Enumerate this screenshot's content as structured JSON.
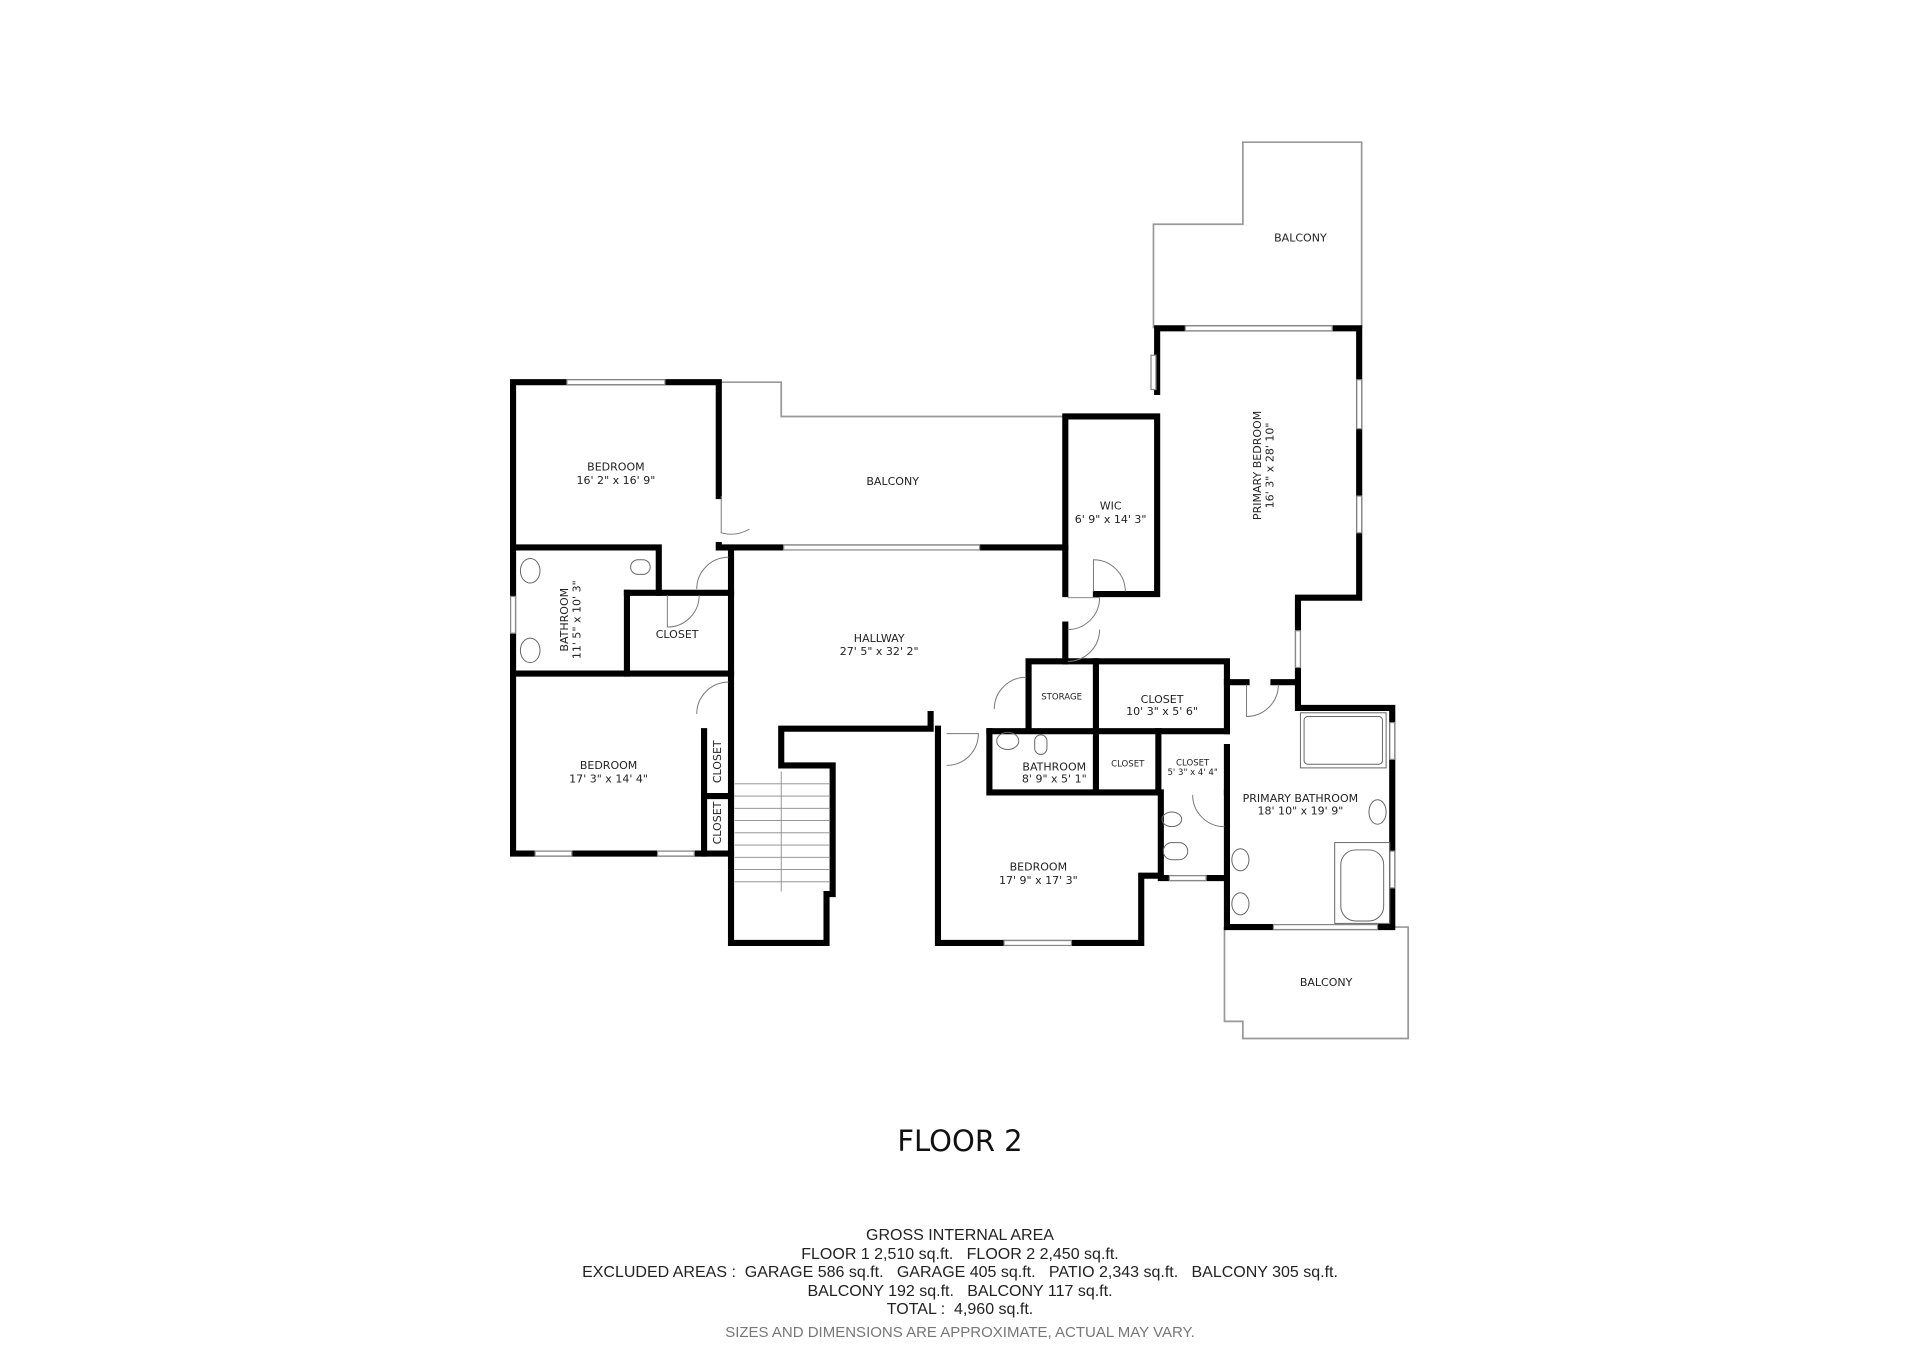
{
  "floor_title": "FLOOR 2",
  "rooms": {
    "bedroom_1": {
      "name": "BEDROOM",
      "dims": "16' 2\" x 16' 9\""
    },
    "balcony_middle": {
      "name": "BALCONY"
    },
    "bathroom_1": {
      "name": "BATHROOM",
      "dims": "11' 5\" x 10' 3\""
    },
    "closet_1": {
      "name": "CLOSET"
    },
    "hallway": {
      "name": "HALLWAY",
      "dims": "27' 5\" x 32' 2\""
    },
    "bedroom_2": {
      "name": "BEDROOM",
      "dims": "17' 3\" x 14' 4\""
    },
    "closet_2": {
      "name": "CLOSET"
    },
    "closet_3": {
      "name": "CLOSET"
    },
    "wic": {
      "name": "WIC",
      "dims": "6' 9\" x 14' 3\""
    },
    "primary_bedroom": {
      "name": "PRIMARY BEDROOM",
      "dims": "16' 3\" x 28' 10\""
    },
    "balcony_top": {
      "name": "BALCONY"
    },
    "storage": {
      "name": "STORAGE"
    },
    "closet_4": {
      "name": "CLOSET",
      "dims": "10' 3\" x 5' 6\""
    },
    "bathroom_2": {
      "name": "BATHROOM",
      "dims": "8' 9\" x 5' 1\""
    },
    "closet_5": {
      "name": "CLOSET"
    },
    "closet_6": {
      "name": "CLOSET",
      "dims": "5' 3\" x 4' 4\""
    },
    "primary_bathroom": {
      "name": "PRIMARY BATHROOM",
      "dims": "18' 10\" x 19' 9\""
    },
    "bedroom_3": {
      "name": "BEDROOM",
      "dims": "17' 9\" x 17' 3\""
    },
    "balcony_bottom": {
      "name": "BALCONY"
    }
  },
  "area_summary": {
    "heading": "GROSS INTERNAL AREA",
    "floors": "FLOOR 1 2,510 sq.ft.   FLOOR 2 2,450 sq.ft.",
    "excluded": "EXCLUDED AREAS :  GARAGE 586 sq.ft.   GARAGE 405 sq.ft.   PATIO 2,343 sq.ft.   BALCONY 305 sq.ft.   BALCONY 192 sq.ft.   BALCONY 117 sq.ft.",
    "total": "TOTAL :  4,960 sq.ft.",
    "disclaimer": "SIZES AND DIMENSIONS ARE APPROXIMATE, ACTUAL MAY VARY."
  }
}
